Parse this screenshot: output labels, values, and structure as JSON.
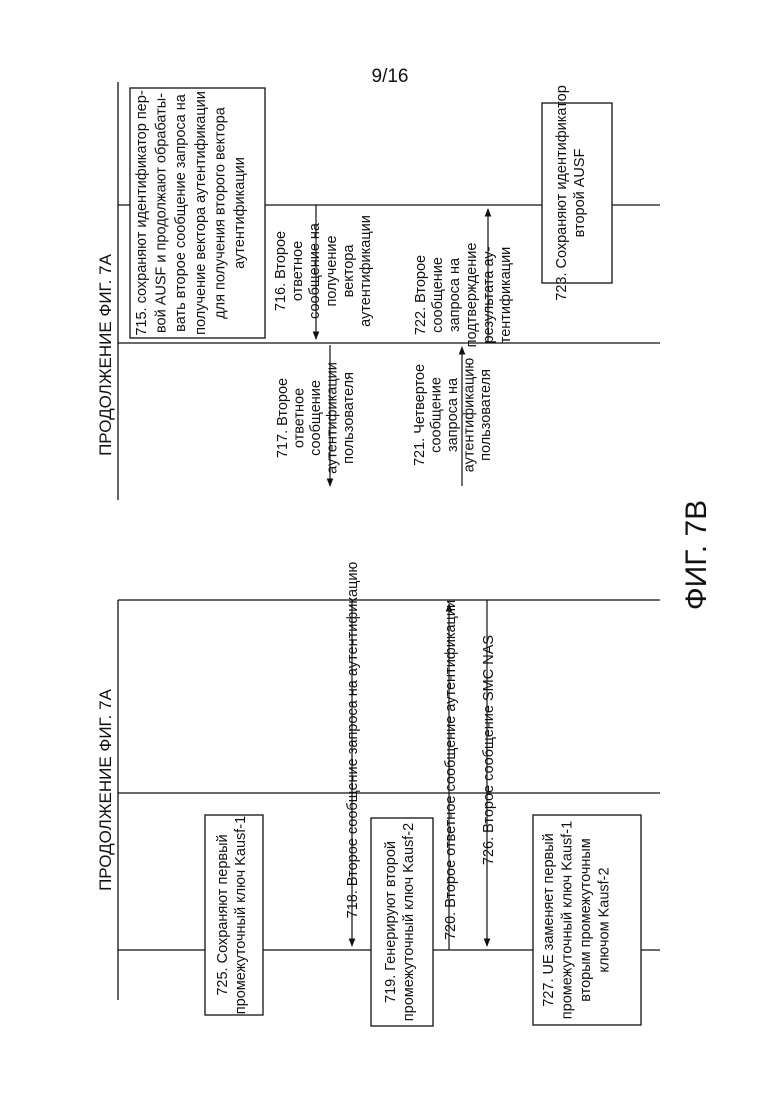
{
  "page_number": "9/16",
  "figure_label": "ФИГ. 7В",
  "headers": {
    "left": "ПРОДОЛЖЕНИЕ ФИГ. 7А",
    "right": "ПРОДОЛЖЕНИЕ ФИГ. 7А"
  },
  "steps": {
    "s715": [
      "715. сохраняют идентификатор пер-",
      "вой AUSF и продолжают обрабаты-",
      "вать второе сообщение запроса на",
      "получение вектора аутентификации",
      "для получения второго вектора",
      "аутентификации"
    ],
    "s716": [
      "716. Второе",
      "ответное",
      "сообщение на",
      "получение",
      "вектора",
      "аутентификации"
    ],
    "s717": [
      "717. Второе",
      "ответное",
      "сообщение",
      "аутентификации",
      "пользователя"
    ],
    "s718": [
      "718. Второе сообщение запроса на аутентификацию"
    ],
    "s719": [
      "719. Генерируют второй",
      "промежуточный ключ Kausf-2"
    ],
    "s720": [
      "720. Второе ответное сообщение аутентификации"
    ],
    "s721": [
      "721. Четвертое",
      "сообщение",
      "запроса на",
      "аутентификацию",
      "пользователя"
    ],
    "s722": [
      "722. Второе",
      "сообщение",
      "запроса на",
      "подтверждение",
      "результата ау-",
      "тентификации"
    ],
    "s723": [
      "723. Сохраняют идентификатор",
      "второй AUSF"
    ],
    "s725": [
      "725. Сохраняют первый",
      "промежуточный ключ Kausf-1"
    ],
    "s726": [
      "726. Второе сообщение SMC NAS"
    ],
    "s727": [
      "727. UE заменяет первый",
      "промежуточный ключ Kausf-1",
      "вторым промежуточным",
      "ключом Kausf-2"
    ]
  }
}
